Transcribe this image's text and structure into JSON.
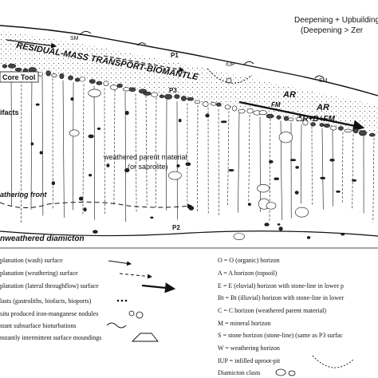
{
  "title": {
    "line1": "Deepening + Upbuilding",
    "line2": "(Deepening > Zer"
  },
  "profile_labels": {
    "residual": "RESIDUAL-MASS TRANSPORT-BIOMANTLE",
    "core_tool": "Core Tool",
    "artifacts": "ifacts",
    "parent_material_1": "weathered parent material",
    "parent_material_2": "(or saprolite)",
    "weathering_front": "athering front",
    "unweathered": "nweathered diamicton",
    "p1": "P1",
    "p2": "P2",
    "p3": "P3",
    "sm_left": "SM",
    "sm_right": "SM",
    "iup": "IUP",
    "ar_1": "AR",
    "ar_2": "AR",
    "ar_bfm": "AR+B+FM",
    "fm": "FM"
  },
  "legend_left": [
    "planation (wash) surface",
    "planation (weathering) surface",
    "planation (lateral throughflow) surface",
    "lasts (gastroliths, biofacts, bioports)",
    "situ produced iron-manganese nodules",
    "stant subsurface bioturbations",
    "nstantly intermittent surface moundings"
  ],
  "legend_right": [
    "O = O (organic) horizon",
    "A = A horizon (topsoil)",
    "E = E (eluvial) horizon with stone-line in lower p",
    "Bt = Bt (illuvial) horizon with stone-line in lower",
    "C = C horizon (weathered parent material)",
    "M = mineral horizon",
    "S = stone horizon (stone-line) (same as P3 surfac",
    "W = weathering horizon",
    "IUP = infilled uproot-pit",
    "Diamicton clasts"
  ],
  "icons": [
    "arrow-solid-icon",
    "arrow-dashed-icon",
    "arrow-bold-icon",
    "dots-icon",
    "nodule-icon",
    "swirl-icon",
    "mound-icon",
    "pit-icon"
  ]
}
